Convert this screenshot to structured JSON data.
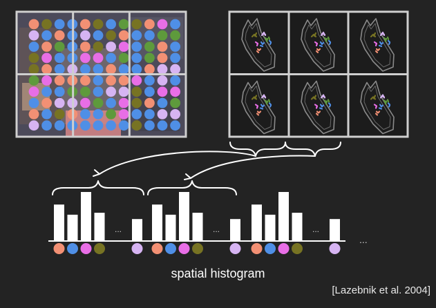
{
  "caption": "spatial histogram",
  "citation": "[Lazebnik et al. 2004]",
  "ellipsis": "...",
  "colors": {
    "background": "#232323",
    "grid_line": "#cfcfcf",
    "bar": "#ffffff",
    "bracket": "#ffffff",
    "word_blue": "#4f8fe6",
    "word_pink": "#e86ee6",
    "word_salmon": "#f29074",
    "word_olive": "#777323",
    "word_lavender": "#d6b4f2",
    "word_green": "#5e9a3c",
    "sketch_stroke": "#8a8a8a",
    "photo_bg": "#4c4a5a"
  },
  "histograms": [
    {
      "bars": [
        0.74,
        0.53,
        1.0,
        0.57,
        0.44
      ],
      "words": [
        "word_salmon",
        "word_blue",
        "word_pink",
        "word_olive",
        "word_lavender"
      ]
    },
    {
      "bars": [
        0.74,
        0.53,
        1.0,
        0.57,
        0.44
      ],
      "words": [
        "word_salmon",
        "word_blue",
        "word_pink",
        "word_olive",
        "word_lavender"
      ]
    },
    {
      "bars": [
        0.74,
        0.53,
        1.0,
        0.57,
        0.44
      ],
      "words": [
        "word_salmon",
        "word_blue",
        "word_pink",
        "word_olive",
        "word_lavender"
      ]
    }
  ],
  "left_grid": {
    "rows": 2,
    "cols": 3,
    "dot_rows": 10,
    "dot_cols": 12
  },
  "right_grid": {
    "rows": 2,
    "cols": 3
  }
}
